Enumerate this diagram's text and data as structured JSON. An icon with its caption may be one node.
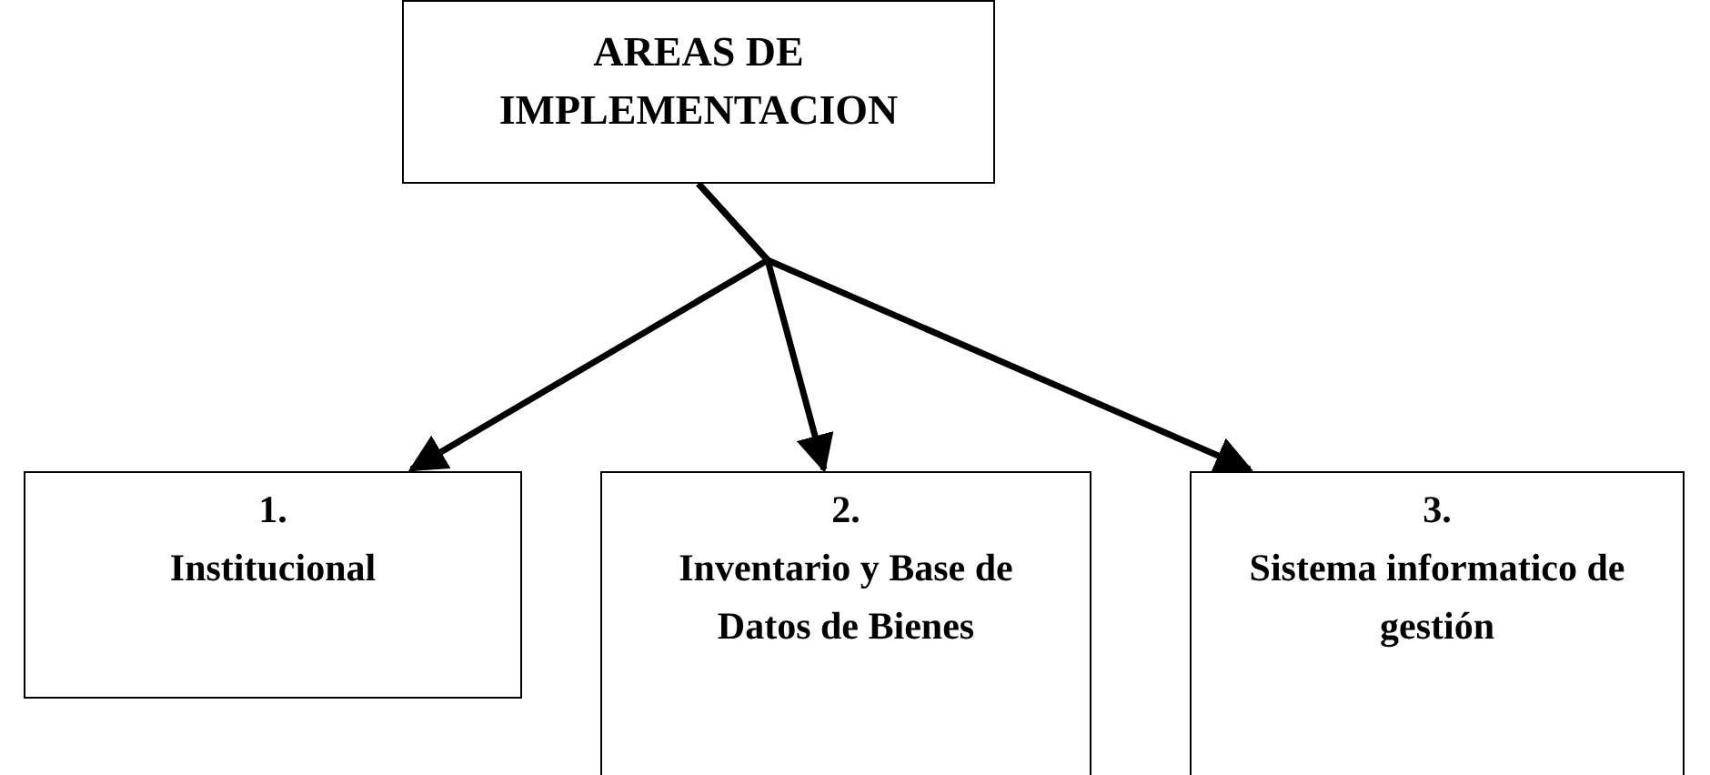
{
  "diagram": {
    "nodes": [
      {
        "text": [
          "AREAS DE IMPLEMENTACION"
        ]
      },
      {
        "text": [
          "1.",
          "Institucional"
        ]
      },
      {
        "text": [
          "2.",
          "Inventario y Base de Datos de Bienes"
        ]
      },
      {
        "text": [
          "3.",
          "Sistema informatico de gestión"
        ]
      }
    ],
    "edges": [
      {
        "from": 0,
        "to": 1,
        "arrow": "to"
      },
      {
        "from": 0,
        "to": 2,
        "arrow": "to"
      },
      {
        "from": 0,
        "to": 3,
        "arrow": "to"
      }
    ]
  }
}
